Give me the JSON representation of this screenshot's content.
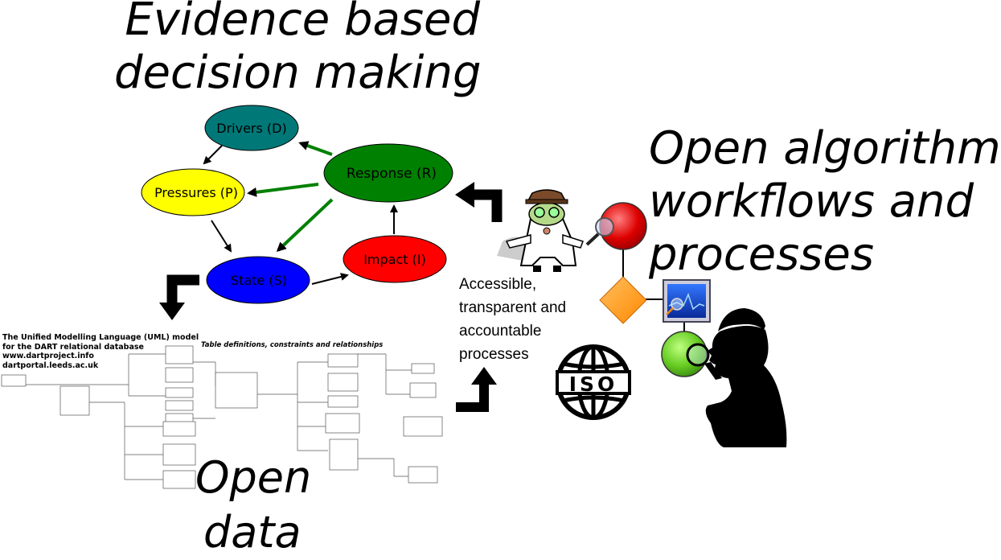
{
  "headings": {
    "evidence": [
      "Evidence based",
      "decision making"
    ],
    "open_algorithms": [
      "Open algorithms,",
      "workflows and",
      "processes"
    ],
    "open_data": [
      "Open",
      "data"
    ]
  },
  "dpsir": {
    "drivers": "Drivers (D)",
    "pressures": "Pressures (P)",
    "response": "Response (R)",
    "state": "State (S)",
    "impact": "Impact (I)"
  },
  "uml": {
    "title_lines": [
      "The Unified Modelling Language (UML) model",
      "for the DART relational database",
      "www.dartproject.info",
      "dartportal.leeds.ac.uk"
    ],
    "subtitle": "Table definitions, constraints and relationships"
  },
  "accessible": [
    "Accessible,",
    "transparent and",
    "accountable",
    "processes"
  ],
  "iso": {
    "label": "ISO"
  },
  "colors": {
    "drivers": "#007878",
    "pressures": "#ffff00",
    "response": "#008000",
    "state": "#0000ff",
    "impact": "#ff0000",
    "green_arrow": "#008000",
    "diamond": "#ff9900",
    "red_node": "#dd0000",
    "green_node": "#66cc22"
  },
  "icons": [
    "scientist-icon",
    "magnifier-icon",
    "iso-globe-icon",
    "detective-silhouette-icon",
    "monitor-chart-icon"
  ]
}
